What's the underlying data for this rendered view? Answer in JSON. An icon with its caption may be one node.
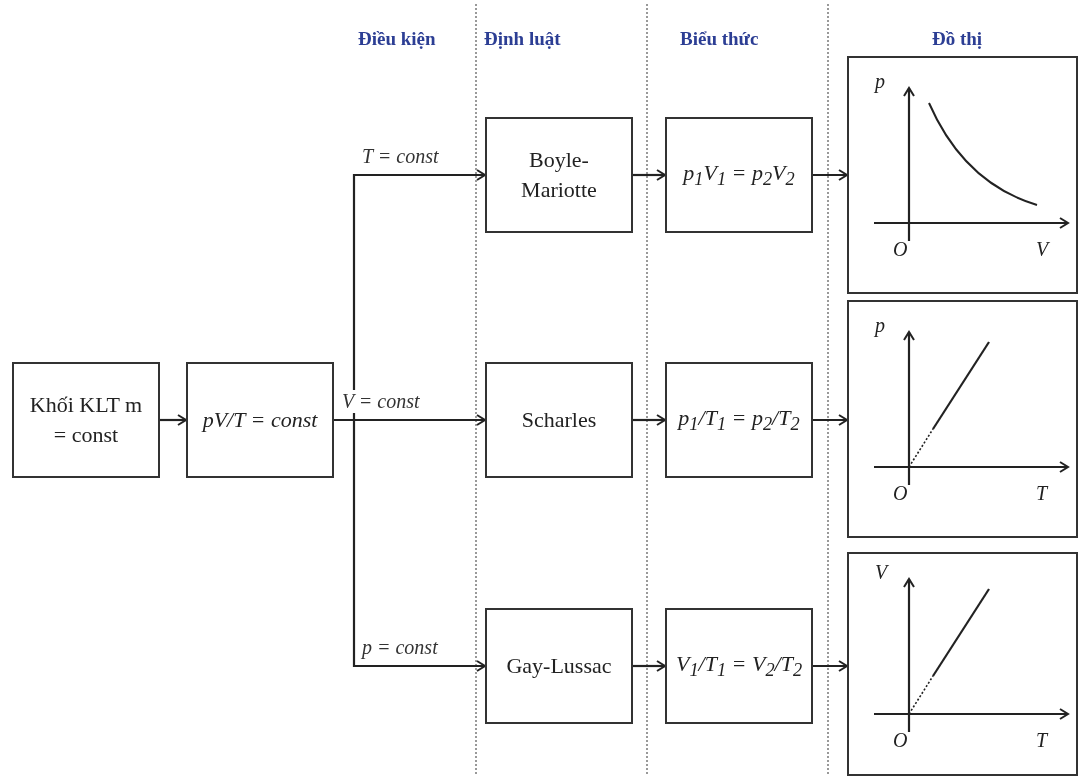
{
  "diagram": {
    "nodes": [
      {
        "text": [
          "Khối KLT m = const"
        ]
      },
      {
        "text": [
          "pV/T = const"
        ]
      },
      {
        "text": [
          "Boyle- Mariotte"
        ]
      },
      {
        "text": [
          "p$_{1}$V$_{1}$ = p$_{2}$V$_{2}$"
        ]
      },
      {
        "text": [
          "p",
          "O",
          "V"
        ]
      },
      {
        "text": [
          "Scharles"
        ]
      },
      {
        "text": [
          "p$_{1}$/T$_{1}$ = p$_{2}$/T$_{2}$"
        ]
      },
      {
        "text": [
          "p",
          "O",
          "T"
        ]
      },
      {
        "text": [
          "Gay-Lussac"
        ]
      },
      {
        "text": [
          "V$_{1}$/T$_{1}$ = V$_{2}$/T$_{2}$"
        ]
      },
      {
        "text": [
          "V",
          "O",
          "T"
        ]
      }
    ],
    "edges": [
      {
        "from": 0,
        "to": 1,
        "arrow": "to"
      },
      {
        "from": 1,
        "to": 2,
        "arrow": "to",
        "label": "T = const"
      },
      {
        "from": 1,
        "to": 5,
        "arrow": "to",
        "label": "V = const"
      },
      {
        "from": 1,
        "to": 8,
        "arrow": "to",
        "label": "p = const"
      },
      {
        "from": 2,
        "to": 3,
        "arrow": "to"
      },
      {
        "from": 3,
        "to": 4,
        "arrow": "to"
      },
      {
        "from": 5,
        "to": 6,
        "arrow": "to"
      },
      {
        "from": 6,
        "to": 7,
        "arrow": "to"
      },
      {
        "from": 8,
        "to": 9,
        "arrow": "to"
      },
      {
        "from": 9,
        "to": 10,
        "arrow": "to"
      }
    ],
    "labels": [
      "Điều kiện",
      "Định luật",
      "Biểu thức",
      "Đồ thị"
    ]
  }
}
